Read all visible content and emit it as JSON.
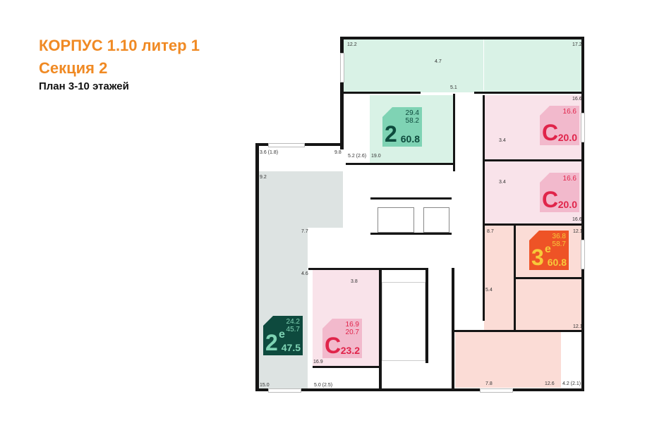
{
  "title": {
    "line1": "КОРПУС 1.10 литер 1",
    "line2": "Секция 2",
    "line3": "План 3-10 этажей"
  },
  "colors": {
    "green": "#d9f2e6",
    "green_badge": "#7fd3b4",
    "green_dark": "#0d4a3c",
    "pink": "#f9e3ea",
    "pink_badge": "#f2b9cc",
    "red": "#e0244a",
    "gray": "#dde3e2",
    "darkgreen_badge": "#0e4a3e",
    "salmon": "#fbdcd6",
    "orange_badge": "#ee5326",
    "yellow": "#f7c93a",
    "title": "#f08a24"
  },
  "apartments": [
    {
      "type": "2",
      "living": "29.4",
      "area": "58.2",
      "total": "60.8"
    },
    {
      "type": "C",
      "living": "16.6",
      "total": "20.0"
    },
    {
      "type": "C",
      "living": "16.6",
      "total": "20.0"
    },
    {
      "type": "3",
      "suffix": "e",
      "living": "36.8",
      "area": "58.7",
      "total": "60.8"
    },
    {
      "type": "2",
      "suffix": "e",
      "living": "24.2",
      "area": "45.7",
      "total": "47.5"
    },
    {
      "type": "C",
      "living": "16.9",
      "area": "20.7",
      "total": "23.2"
    }
  ],
  "room_labels": [
    "12.2",
    "4.7",
    "17.2",
    "5.1",
    "16.6",
    "5.2 (2.6)",
    "19.0",
    "3.6 (1.8)",
    "9.8",
    "9.2",
    "3.4",
    "3.4",
    "16.6",
    "7.7",
    "4.6",
    "8.7",
    "12.1",
    "3.8",
    "5.4",
    "12.1",
    "16.9",
    "15.0",
    "5.0 (2.5)",
    "7.8",
    "12.6",
    "4.2 (2.1)"
  ]
}
